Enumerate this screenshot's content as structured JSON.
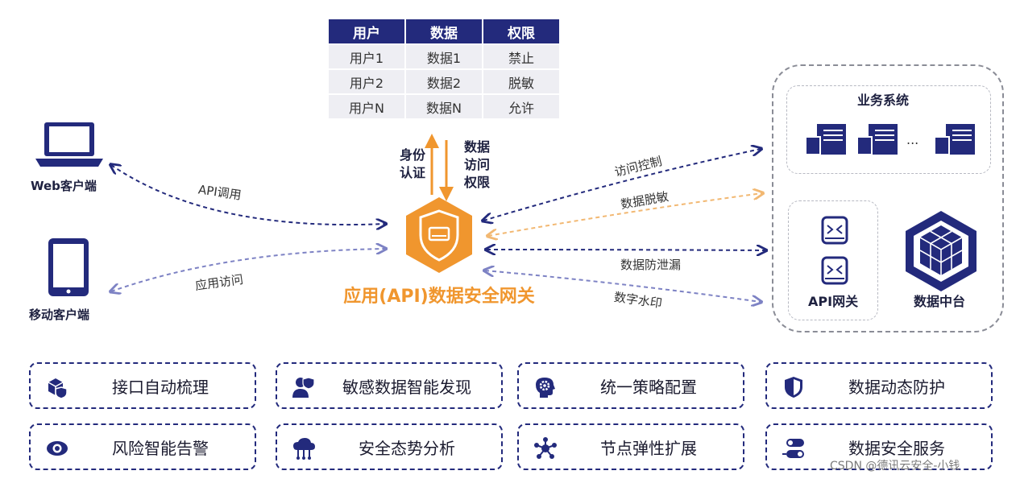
{
  "permission_table": {
    "headers": [
      "用户",
      "数据",
      "权限"
    ],
    "rows": [
      [
        "用户1",
        "数据1",
        "禁止"
      ],
      [
        "用户2",
        "数据2",
        "脱敏"
      ],
      [
        "用户N",
        "数据N",
        "允许"
      ]
    ]
  },
  "clients": {
    "web": "Web客户端",
    "mobile": "移动客户端"
  },
  "left_arrows": {
    "api_call": "API调用",
    "app_access": "应用访问"
  },
  "gateway": {
    "title": "应用(API)数据安全网关",
    "up_label": [
      "身份",
      "认证"
    ],
    "down_label": [
      "数据",
      "访问",
      "权限"
    ]
  },
  "right_arrows": [
    "访问控制",
    "数据脱敏",
    "数据防泄漏",
    "数字水印"
  ],
  "right_region": {
    "business_system": "业务系统",
    "ellipsis": "...",
    "api_gateway": "API网关",
    "data_platform": "数据中台"
  },
  "features": [
    {
      "label": "接口自动梳理",
      "icon": "interface-cube-shield-icon"
    },
    {
      "label": "敏感数据智能发现",
      "icon": "user-shield-icon"
    },
    {
      "label": "统一策略配置",
      "icon": "head-gear-icon"
    },
    {
      "label": "数据动态防护",
      "icon": "shield-icon"
    },
    {
      "label": "风险智能告警",
      "icon": "eye-icon"
    },
    {
      "label": "安全态势分析",
      "icon": "cloud-network-icon"
    },
    {
      "label": "节点弹性扩展",
      "icon": "node-network-icon"
    },
    {
      "label": "数据安全服务",
      "icon": "toggle-service-icon"
    }
  ],
  "watermark": "CSDN @德讯云安全-小钱",
  "colors": {
    "navy": "#232a7c",
    "orange": "#f0962e",
    "light_orange": "#f2b872",
    "periwinkle": "#7d82c4",
    "table_cell": "#eeeef3"
  }
}
